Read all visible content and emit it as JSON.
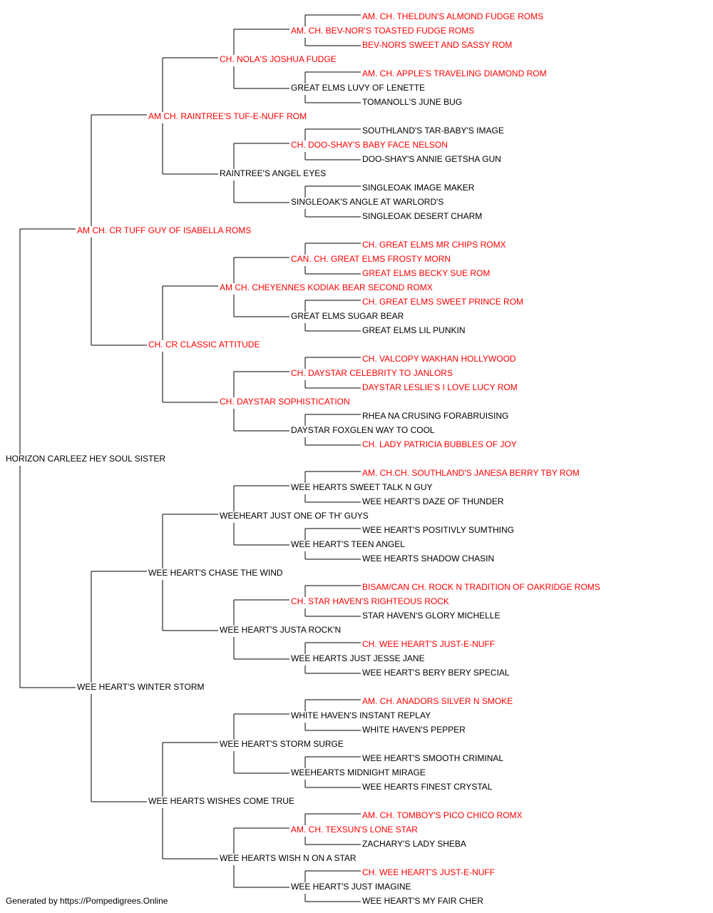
{
  "colors": {
    "champion": "#ff0000",
    "normal": "#000000",
    "line": "#000000"
  },
  "pedigree": {
    "name": "HORIZON CARLEEZ HEY SOUL SISTER",
    "champion": false,
    "sire": {
      "name": "AM CH. CR TUFF GUY OF ISABELLA ROMS",
      "champion": true,
      "sire": {
        "name": "AM CH. RAINTREE'S TUF-E-NUFF ROM",
        "champion": true,
        "sire": {
          "name": "CH. NOLA'S JOSHUA FUDGE",
          "champion": true,
          "sire": {
            "name": "AM. CH. BEV-NOR'S TOASTED FUDGE ROMS",
            "champion": true,
            "sire": {
              "name": "AM. CH. THELDUN'S ALMOND FUDGE ROMS",
              "champion": true
            },
            "dam": {
              "name": "BEV-NORS SWEET AND SASSY ROM",
              "champion": true
            }
          },
          "dam": {
            "name": "GREAT ELMS LUVY OF LENETTE",
            "champion": false,
            "sire": {
              "name": "AM. CH. APPLE'S TRAVELING DIAMOND ROM",
              "champion": true
            },
            "dam": {
              "name": "TOMANOLL'S JUNE BUG",
              "champion": false
            }
          }
        },
        "dam": {
          "name": "RAINTREE'S ANGEL EYES",
          "champion": false,
          "sire": {
            "name": "CH. DOO-SHAY'S BABY FACE NELSON",
            "champion": true,
            "sire": {
              "name": "SOUTHLAND'S TAR-BABY'S IMAGE",
              "champion": false
            },
            "dam": {
              "name": "DOO-SHAY'S ANNIE GETSHA GUN",
              "champion": false
            }
          },
          "dam": {
            "name": "SINGLEOAK'S ANGLE AT WARLORD'S",
            "champion": false,
            "sire": {
              "name": "SINGLEOAK IMAGE MAKER",
              "champion": false
            },
            "dam": {
              "name": "SINGLEOAK DESERT CHARM",
              "champion": false
            }
          }
        }
      },
      "dam": {
        "name": "CH. CR CLASSIC ATTITUDE",
        "champion": true,
        "sire": {
          "name": "AM CH. CHEYENNES KODIAK BEAR SECOND ROMX",
          "champion": true,
          "sire": {
            "name": "CAN. CH. GREAT ELMS FROSTY MORN",
            "champion": true,
            "sire": {
              "name": "CH. GREAT ELMS MR CHIPS ROMX",
              "champion": true
            },
            "dam": {
              "name": "GREAT ELMS BECKY SUE ROM",
              "champion": true
            }
          },
          "dam": {
            "name": "GREAT ELMS SUGAR BEAR",
            "champion": false,
            "sire": {
              "name": "CH. GREAT ELMS SWEET PRINCE ROM",
              "champion": true
            },
            "dam": {
              "name": "GREAT ELMS LIL PUNKIN",
              "champion": false
            }
          }
        },
        "dam": {
          "name": "CH. DAYSTAR SOPHISTICATION",
          "champion": true,
          "sire": {
            "name": "CH. DAYSTAR CELEBRITY TO JANLORS",
            "champion": true,
            "sire": {
              "name": "CH. VALCOPY WAKHAN HOLLYWOOD",
              "champion": true
            },
            "dam": {
              "name": "DAYSTAR LESLIE'S I LOVE LUCY ROM",
              "champion": true
            }
          },
          "dam": {
            "name": "DAYSTAR FOXGLEN WAY TO COOL",
            "champion": false,
            "sire": {
              "name": "RHEA NA CRUSING FORABRUISING",
              "champion": false
            },
            "dam": {
              "name": "CH. LADY PATRICIA BUBBLES OF JOY",
              "champion": true
            }
          }
        }
      }
    },
    "dam": {
      "name": "WEE HEART'S WINTER STORM",
      "champion": false,
      "sire": {
        "name": "WEE HEART'S CHASE THE WIND",
        "champion": false,
        "sire": {
          "name": "WEEHEART JUST ONE OF TH' GUYS",
          "champion": false,
          "sire": {
            "name": "WEE HEARTS SWEET TALK N GUY",
            "champion": false,
            "sire": {
              "name": "AM. CH.CH. SOUTHLAND'S JANESA BERRY TBY ROM",
              "champion": true
            },
            "dam": {
              "name": "WEE HEART'S DAZE OF THUNDER",
              "champion": false
            }
          },
          "dam": {
            "name": "WEE HEART'S TEEN ANGEL",
            "champion": false,
            "sire": {
              "name": "WEE HEART'S POSITIVLY SUMTHING",
              "champion": false
            },
            "dam": {
              "name": "WEE HEARTS SHADOW CHASIN",
              "champion": false
            }
          }
        },
        "dam": {
          "name": "WEE HEART'S JUSTA ROCK'N",
          "champion": false,
          "sire": {
            "name": "CH. STAR HAVEN'S RIGHTEOUS ROCK",
            "champion": true,
            "sire": {
              "name": "BISAM/CAN CH. ROCK N TRADITION OF OAKRIDGE ROMS",
              "champion": true
            },
            "dam": {
              "name": "STAR HAVEN'S GLORY MICHELLE",
              "champion": false
            }
          },
          "dam": {
            "name": "WEE HEARTS JUST JESSE JANE",
            "champion": false,
            "sire": {
              "name": "CH. WEE HEART'S JUST-E-NUFF",
              "champion": true
            },
            "dam": {
              "name": "WEE HEART'S BERY BERY SPECIAL",
              "champion": false
            }
          }
        }
      },
      "dam": {
        "name": "WEE HEARTS WISHES COME TRUE",
        "champion": false,
        "sire": {
          "name": "WEE HEART'S STORM SURGE",
          "champion": false,
          "sire": {
            "name": "WHITE HAVEN'S INSTANT REPLAY",
            "champion": false,
            "sire": {
              "name": "AM. CH. ANADORS SILVER N SMOKE",
              "champion": true
            },
            "dam": {
              "name": "WHITE HAVEN'S PEPPER",
              "champion": false
            }
          },
          "dam": {
            "name": "WEEHEARTS MIDNIGHT MIRAGE",
            "champion": false,
            "sire": {
              "name": "WEE HEART'S SMOOTH CRIMINAL",
              "champion": false
            },
            "dam": {
              "name": "WEE HEARTS FINEST CRYSTAL",
              "champion": false
            }
          }
        },
        "dam": {
          "name": "WEE HEARTS WISH N ON A STAR",
          "champion": false,
          "sire": {
            "name": "AM. CH. TEXSUN'S LONE STAR",
            "champion": true,
            "sire": {
              "name": "AM. CH. TOMBOY'S PICO CHICO ROMX",
              "champion": true
            },
            "dam": {
              "name": "ZACHARY'S LADY SHEBA",
              "champion": false
            }
          },
          "dam": {
            "name": "WEE HEART'S JUST IMAGINE",
            "champion": false,
            "sire": {
              "name": "CH. WEE HEART'S JUST-E-NUFF",
              "champion": true
            },
            "dam": {
              "name": "WEE HEART'S MY FAIR CHER",
              "champion": false
            }
          }
        }
      }
    }
  },
  "footer": "Generated by https://Pompedigrees.Online"
}
